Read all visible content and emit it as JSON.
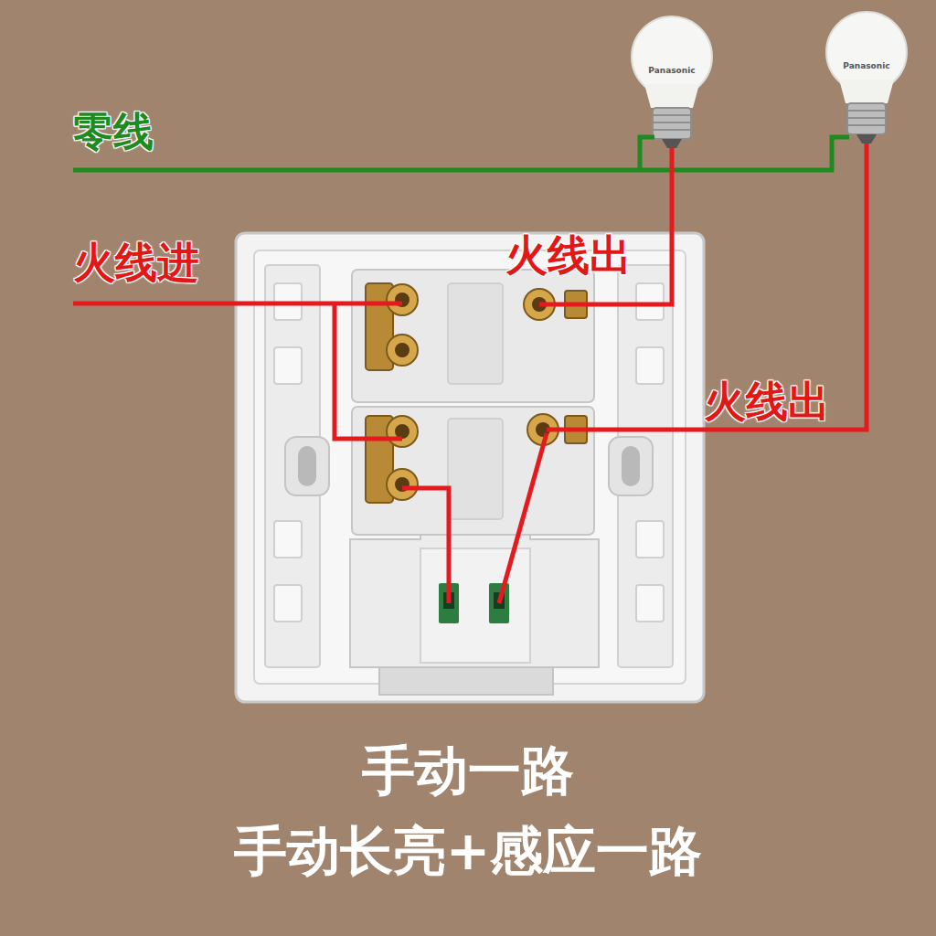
{
  "diagram": {
    "labels": [
      "零线",
      "火线进",
      "火线出",
      "火线出",
      "Panasonic",
      "Panasonic",
      "手动一路",
      "手动长亮+感应一路"
    ]
  }
}
